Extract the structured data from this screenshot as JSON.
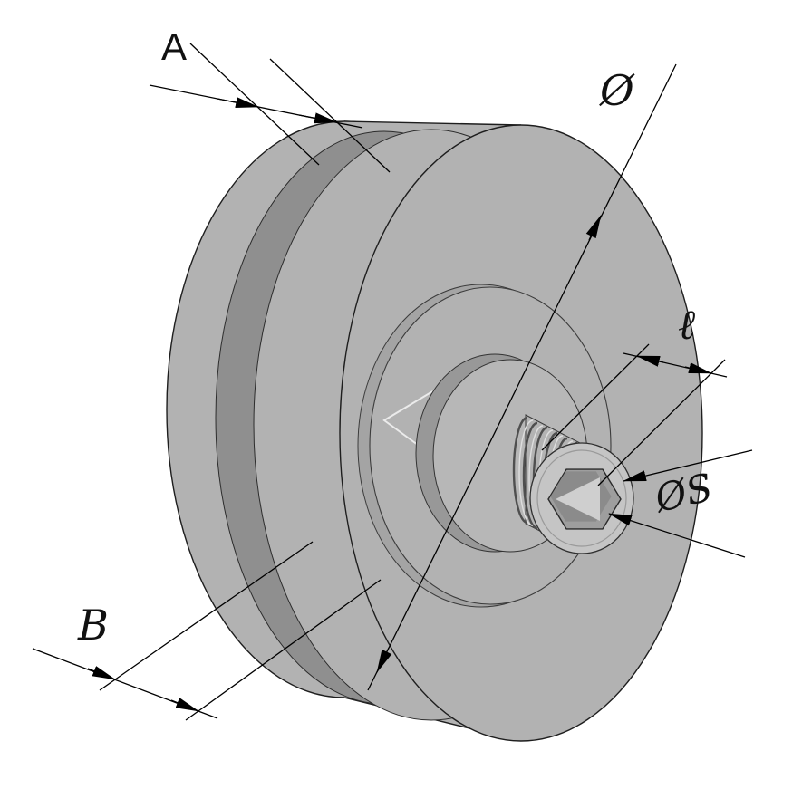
{
  "drawing": {
    "labels": {
      "groove_width": "A",
      "outer_diameter": "Ø",
      "thread_length": "ℓ",
      "socket_size": "ØS",
      "overall_width": "B"
    },
    "colors": {
      "background": "#ffffff",
      "body": "#b2b2b2",
      "groove": "#8f8f8f",
      "boss_shadow": "#a4a4a4",
      "hub_side": "#989898",
      "hub_top": "#b7b7b7",
      "stud": "#b3b3b3",
      "stud_end": "#c5c5c5",
      "socket": "#9e9e9e",
      "socket_depth": "#8b8b8b",
      "socket_highlight": "#cfcfcf",
      "outline": "#1e1e1e",
      "dimension": "#000000",
      "highlight": "#ebebeb"
    }
  }
}
